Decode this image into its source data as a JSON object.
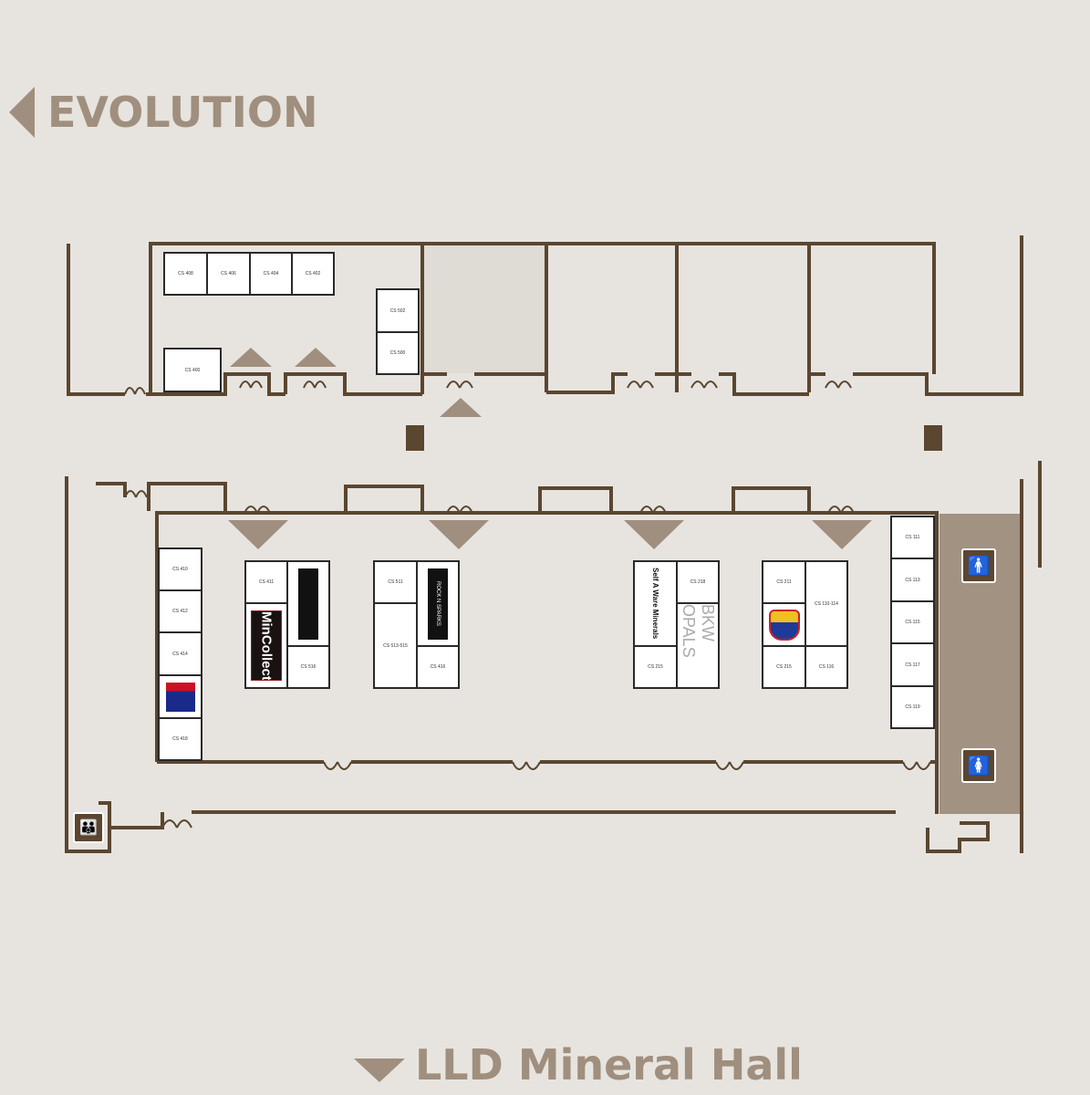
{
  "headings": {
    "top": "EVOLUTION",
    "bottom": "LLD Mineral Hall"
  },
  "colors": {
    "wall": "#5b4630",
    "accent": "#a08f7e",
    "background": "#e7e4df"
  },
  "booths": {
    "b408": "CS 408",
    "b406": "CS 406",
    "b404": "CS 404",
    "b402": "CS 402",
    "b400": "CS 400",
    "b502": "CS 502",
    "b500": "CS 500",
    "b410": "CS 410",
    "b412": "CS 412",
    "b414": "CS 414",
    "b418": "CS 418",
    "b411": "CS 411",
    "b516": "CS 516",
    "b511": "CS 511",
    "b513": "CS 513-515",
    "b416": "CS 416",
    "b218": "CS 218",
    "b215a": "CS 215",
    "b211": "CS 211",
    "b110": "CS 110-114",
    "b215b": "CS 215",
    "b116": "CS 116",
    "b111": "CS 111",
    "b113": "CS 113",
    "b115": "CS 115",
    "b117": "CS 117",
    "b119": "CS 119"
  },
  "exhibitors": {
    "mincollect": "MinCollect",
    "rocknsparks": "ROCK N SPARKS",
    "selfaware": "Self A Ware Minerals",
    "bkw": "BKW OPALS"
  },
  "icons": {
    "restroom_men": "man-icon",
    "restroom_women": "woman-icon",
    "restroom_family": "family-restroom-icon"
  }
}
